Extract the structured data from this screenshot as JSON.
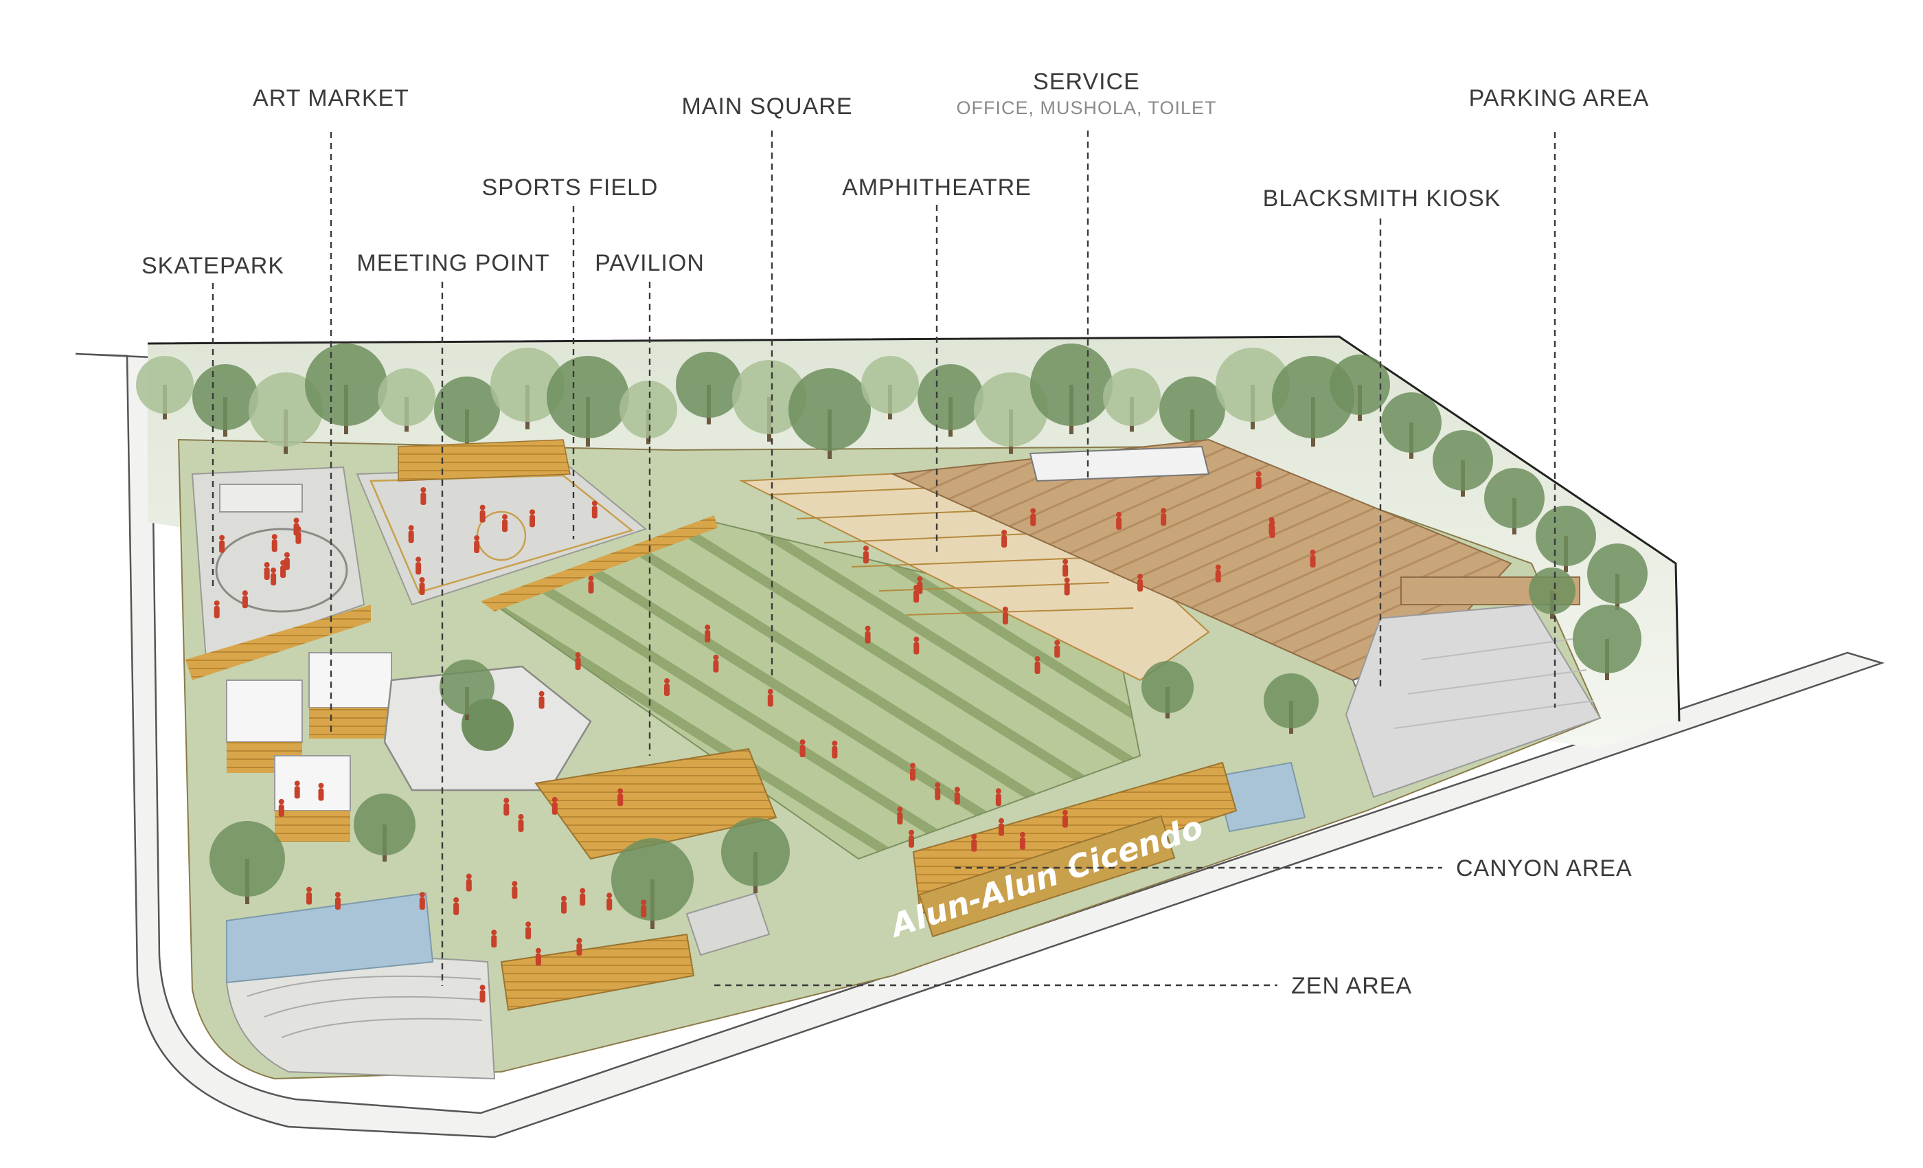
{
  "labels": {
    "skatepark": "SKATEPARK",
    "art_market": "ART MARKET",
    "meeting_point": "MEETING POINT",
    "sports_field": "SPORTS FIELD",
    "pavilion": "PAVILION",
    "main_square": "MAIN SQUARE",
    "amphitheatre": "AMPHITHEATRE",
    "service": "SERVICE",
    "service_sub": "OFFICE, MUSHOLA, TOILET",
    "blacksmith_kiosk": "BLACKSMITH KIOSK",
    "parking_area": "PARKING AREA",
    "canyon_area": "CANYON AREA",
    "zen_area": "ZEN AREA"
  },
  "sign": {
    "text": "Alun-Alun Cicendo"
  },
  "colors": {
    "label": "#3a3a3a",
    "sublabel": "#8a8a8a",
    "grass": "#b9c99a",
    "grass_stripe": "#8ea36a",
    "timber": "#d8a54a",
    "timber_dark": "#b07f2a",
    "deck": "#c9a57a",
    "paving": "#e3e3e0",
    "pavement": "#f2f2f0",
    "water": "#a9c4d6",
    "tree": "#6f8f5e",
    "tree_light": "#a9bf95",
    "people": "#c8412b"
  }
}
